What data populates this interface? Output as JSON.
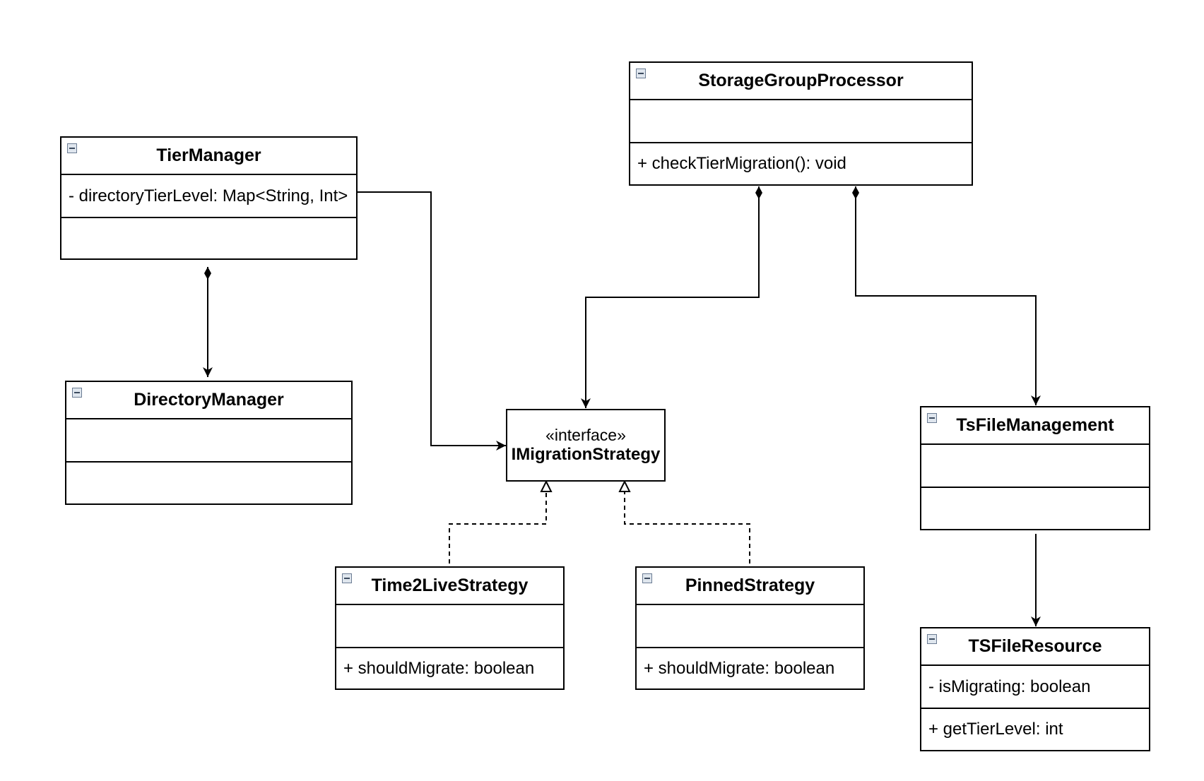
{
  "classes": {
    "storage_group_processor": {
      "name": "StorageGroupProcessor",
      "attributes": "",
      "operations": "+ checkTierMigration(): void"
    },
    "tier_manager": {
      "name": "TierManager",
      "attributes": "- directoryTierLevel: Map<String, Int>",
      "operations": ""
    },
    "directory_manager": {
      "name": "DirectoryManager",
      "attributes": "",
      "operations": ""
    },
    "ts_file_management": {
      "name": "TsFileManagement",
      "attributes": "",
      "operations": ""
    },
    "time2live_strategy": {
      "name": "Time2LiveStrategy",
      "attributes": "",
      "operations": "+ shouldMigrate: boolean"
    },
    "pinned_strategy": {
      "name": "PinnedStrategy",
      "attributes": "",
      "operations": "+ shouldMigrate: boolean"
    },
    "ts_file_resource": {
      "name": "TSFileResource",
      "attributes": "- isMigrating: boolean",
      "operations": "+ getTierLevel: int"
    }
  },
  "interface": {
    "stereotype": "«interface»",
    "name": "IMigrationStrategy"
  },
  "relations": [
    {
      "from": "TierManager",
      "to": "DirectoryManager",
      "kind": "composition"
    },
    {
      "from": "TierManager",
      "to": "IMigrationStrategy",
      "kind": "association"
    },
    {
      "from": "StorageGroupProcessor",
      "to": "IMigrationStrategy",
      "kind": "composition"
    },
    {
      "from": "StorageGroupProcessor",
      "to": "TsFileManagement",
      "kind": "composition"
    },
    {
      "from": "Time2LiveStrategy",
      "to": "IMigrationStrategy",
      "kind": "realization"
    },
    {
      "from": "PinnedStrategy",
      "to": "IMigrationStrategy",
      "kind": "realization"
    },
    {
      "from": "TsFileManagement",
      "to": "TSFileResource",
      "kind": "association"
    }
  ],
  "colors": {
    "line": "#000000",
    "background": "#ffffff",
    "collapse_icon": "#dfe6ee"
  }
}
